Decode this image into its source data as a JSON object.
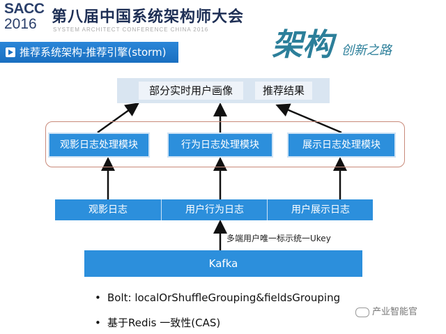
{
  "header": {
    "logo_line1": "SACC",
    "logo_line2": "2016",
    "conference_title": "第八届中国系统架构师大会",
    "conference_subtitle": "SYSTEM ARCHITECT CONFERENCE CHINA 2016",
    "slogan_big": "架构",
    "slogan_small": "创新之路"
  },
  "slide_title": "推荐系统架构-推荐引擎(storm)",
  "diagram": {
    "outputs": [
      "部分实时用户画像",
      "推荐结果"
    ],
    "modules": [
      "观影日志处理模块",
      "行为日志处理模块",
      "展示日志处理模块"
    ],
    "logs": [
      "观影日志",
      "用户行为日志",
      "用户展示日志"
    ],
    "ukey_note": "多端用户唯一标示统一Ukey",
    "source": "Kafka"
  },
  "bullets": [
    "Bolt: localOrShuffleGrouping&fieldsGrouping",
    "基于Redis 一致性(CAS)"
  ],
  "watermark": "产业智能官",
  "colors": {
    "accent_blue": "#2c8fdc",
    "title_bar": "#1a6fc0",
    "output_box": "#d9e5f1"
  }
}
